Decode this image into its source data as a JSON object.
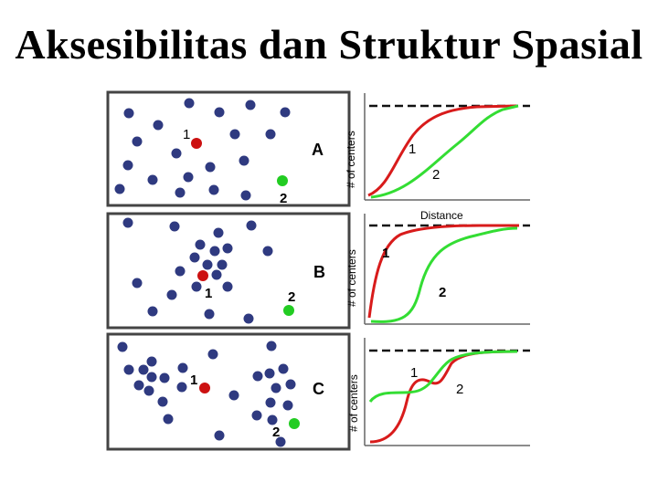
{
  "title": "Aksesibilitas dan Struktur Spasial",
  "colors": {
    "background_dot": "#2f3a80",
    "center_1": "#cc1111",
    "center_2": "#22cc22",
    "curve_1": "#d81b1b",
    "curve_2": "#33dd33",
    "panel_border": "#444444",
    "axis": "#666666"
  },
  "panels": [
    {
      "id": "A",
      "label": "A",
      "center_1_label": "1",
      "center_2_label": "2",
      "y_axis_label": "# of centers",
      "x_axis_label": "Distance",
      "curve_1_label": "1",
      "curve_2_label": "2"
    },
    {
      "id": "B",
      "label": "B",
      "center_1_label": "1",
      "center_2_label": "2",
      "y_axis_label": "# of centers",
      "x_axis_label": "",
      "curve_1_label": "1",
      "curve_2_label": "2"
    },
    {
      "id": "C",
      "label": "C",
      "center_1_label": "1",
      "center_2_label": "2",
      "y_axis_label": "# of centers",
      "x_axis_label": "",
      "curve_1_label": "1",
      "curve_2_label": "2"
    }
  ]
}
